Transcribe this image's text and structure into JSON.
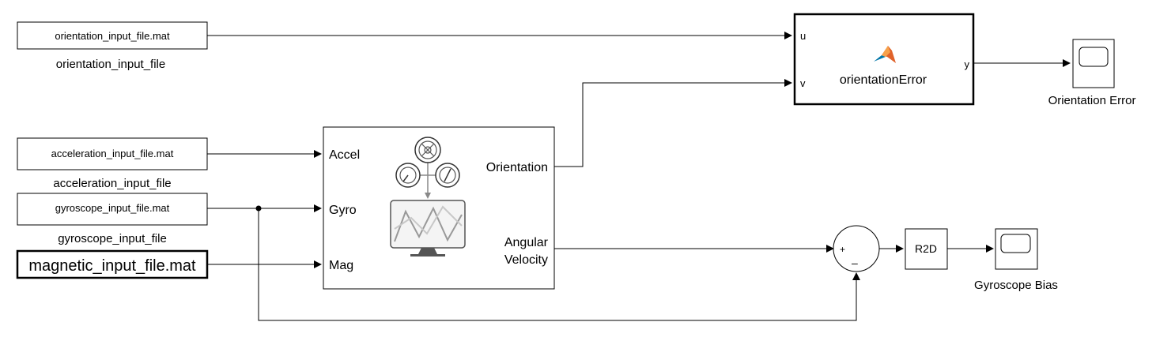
{
  "sources": {
    "orientation": {
      "file": "orientation_input_file.mat",
      "label": "orientation_input_file"
    },
    "acceleration": {
      "file": "acceleration_input_file.mat",
      "label": "acceleration_input_file"
    },
    "gyroscope": {
      "file": "gyroscope_input_file.mat",
      "label": "gyroscope_input_file"
    },
    "magnetic": {
      "file": "magnetic_input_file.mat"
    }
  },
  "filter_block": {
    "inputs": [
      "Accel",
      "Gyro",
      "Mag"
    ],
    "outputs": {
      "orientation": "Orientation",
      "angular_line1": "Angular",
      "angular_line2": "Velocity"
    }
  },
  "function_block": {
    "name": "orientationError",
    "in_u": "u",
    "in_v": "v",
    "out_y": "y"
  },
  "sum_block": {
    "plus": "+",
    "minus": "–"
  },
  "gain_block": {
    "label": "R2D"
  },
  "scopes": {
    "orientation_error": "Orientation Error",
    "gyroscope_bias": "Gyroscope Bias"
  },
  "colors": {
    "matlab_logo": "#e0622a",
    "icon_gray": "#555555"
  }
}
